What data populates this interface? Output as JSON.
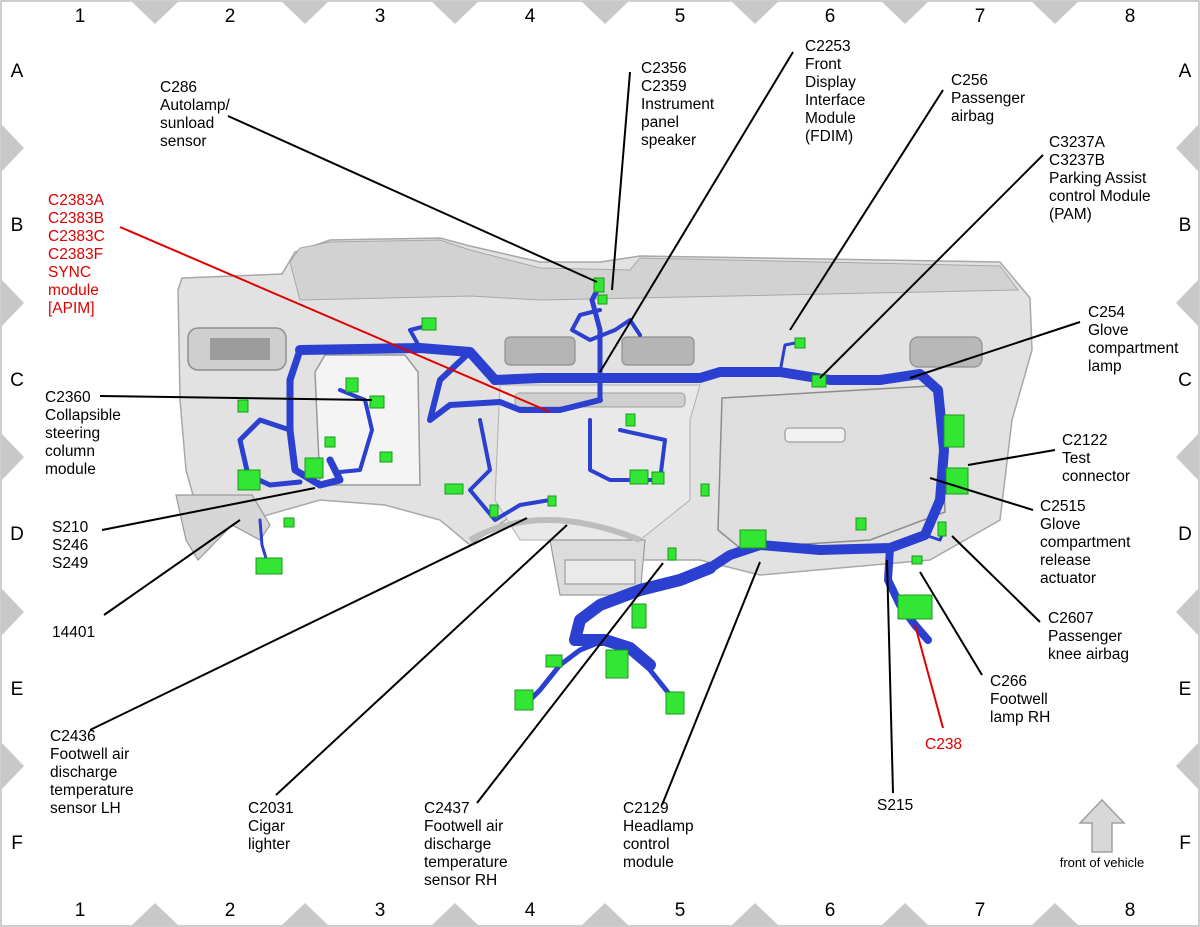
{
  "grid": {
    "columns": [
      "1",
      "2",
      "3",
      "4",
      "5",
      "6",
      "7",
      "8"
    ],
    "rows": [
      "A",
      "B",
      "C",
      "D",
      "E",
      "F"
    ]
  },
  "colors": {
    "harness": "#2b3fd0",
    "connector": "#33e633",
    "highlight": "#e00000",
    "panel": "#e2e2e2"
  },
  "callouts": [
    {
      "id": "c286",
      "lines": [
        "C286",
        "Autolamp/",
        "sunload",
        "sensor"
      ],
      "highlight": false
    },
    {
      "id": "c2356",
      "lines": [
        "C2356",
        "C2359",
        "Instrument",
        "panel",
        "speaker"
      ],
      "highlight": false
    },
    {
      "id": "c2253",
      "lines": [
        "C2253",
        "Front",
        "Display",
        "Interface",
        "Module",
        "(FDIM)"
      ],
      "highlight": false
    },
    {
      "id": "c256",
      "lines": [
        "C256",
        "Passenger",
        "airbag"
      ],
      "highlight": false
    },
    {
      "id": "c3237",
      "lines": [
        "C3237A",
        "C3237B",
        "Parking Assist",
        "control Module",
        "(PAM)"
      ],
      "highlight": false
    },
    {
      "id": "c2383",
      "lines": [
        "C2383A",
        "C2383B",
        "C2383C",
        "C2383F",
        "SYNC",
        "module",
        "[APIM]"
      ],
      "highlight": true
    },
    {
      "id": "c254",
      "lines": [
        "C254",
        "Glove",
        "compartment",
        "lamp"
      ],
      "highlight": false
    },
    {
      "id": "c2360",
      "lines": [
        "C2360",
        "Collapsible",
        "steering",
        "column",
        "module"
      ],
      "highlight": false
    },
    {
      "id": "c2122",
      "lines": [
        "C2122",
        "Test",
        "connector"
      ],
      "highlight": false
    },
    {
      "id": "c2515",
      "lines": [
        "C2515",
        "Glove",
        "compartment",
        "release",
        "actuator"
      ],
      "highlight": false
    },
    {
      "id": "s210",
      "lines": [
        "S210",
        "S246",
        "S249"
      ],
      "highlight": false
    },
    {
      "id": "c14401",
      "lines": [
        "14401"
      ],
      "highlight": false
    },
    {
      "id": "c2607",
      "lines": [
        "C2607",
        "Passenger",
        "knee airbag"
      ],
      "highlight": false
    },
    {
      "id": "c266",
      "lines": [
        "C266",
        "Footwell",
        "lamp RH"
      ],
      "highlight": false
    },
    {
      "id": "c238",
      "lines": [
        "C238"
      ],
      "highlight": true
    },
    {
      "id": "c2436",
      "lines": [
        "C2436",
        "Footwell air",
        "discharge",
        "temperature",
        "sensor LH"
      ],
      "highlight": false
    },
    {
      "id": "c2031",
      "lines": [
        "C2031",
        "Cigar",
        "lighter"
      ],
      "highlight": false
    },
    {
      "id": "c2437",
      "lines": [
        "C2437",
        "Footwell air",
        "discharge",
        "temperature",
        "sensor RH"
      ],
      "highlight": false
    },
    {
      "id": "c2129",
      "lines": [
        "C2129",
        "Headlamp",
        "control",
        "module"
      ],
      "highlight": false
    },
    {
      "id": "s215",
      "lines": [
        "S215"
      ],
      "highlight": false
    }
  ],
  "front_of_vehicle": "front of vehicle"
}
